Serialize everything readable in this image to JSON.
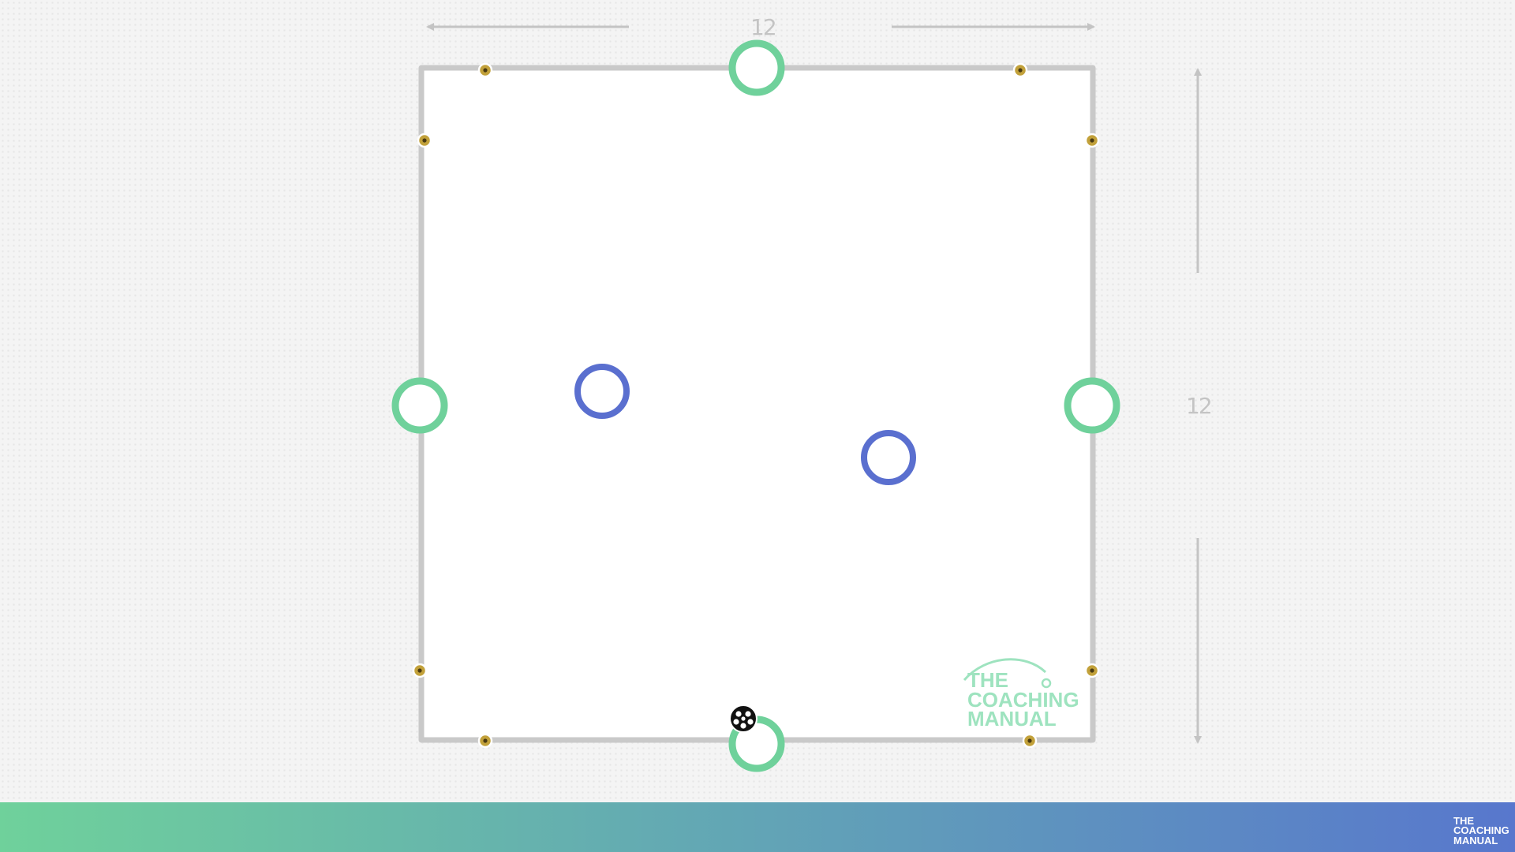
{
  "dimensions": {
    "width_label": "12",
    "height_label": "12"
  },
  "pitch": {
    "goal_gates": [
      "top",
      "left",
      "right",
      "bottom"
    ],
    "players": [
      {
        "team": "blue",
        "role": "player"
      },
      {
        "team": "blue",
        "role": "player"
      }
    ],
    "cones": 8,
    "ball": {
      "at": "bottom-gate"
    }
  },
  "watermark": {
    "line1": "THE",
    "line2": "COACHING",
    "line3": "MANUAL"
  },
  "colors": {
    "boundary": "#c9c9c9",
    "gate": "#6fd19b",
    "player": "#5a6fcf",
    "cone": "#c2a13a",
    "arrow": "#c4c4c4",
    "footer_start": "#6fd19b",
    "footer_end": "#5877cd"
  },
  "icons": {
    "ball": "soccer-ball-icon",
    "logo": "coaching-manual-logo"
  }
}
